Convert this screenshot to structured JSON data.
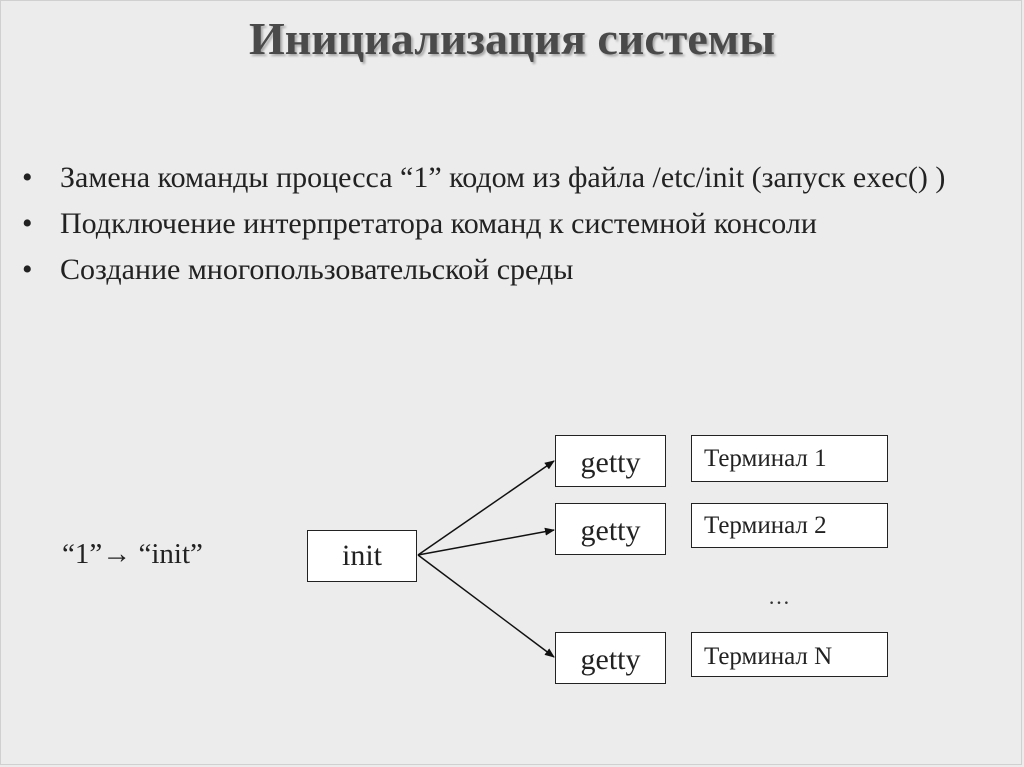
{
  "title": "Инициализация системы",
  "bullets": [
    "Замена команды процесса “1” кодом из файла /etc/init (запуск exec() )",
    "Подключение интерпретатора команд к системной консоли",
    "Создание многопользовательской среды"
  ],
  "bullet_symbol": "•",
  "diagram": {
    "mapping_from": "“1”",
    "mapping_arrow": "→",
    "mapping_to": "“init”",
    "init_label": "init",
    "getty_labels": [
      "getty",
      "getty",
      "getty"
    ],
    "terminals": [
      "Терминал 1",
      "Терминал 2",
      "Терминал N"
    ],
    "ellipsis": "…"
  }
}
